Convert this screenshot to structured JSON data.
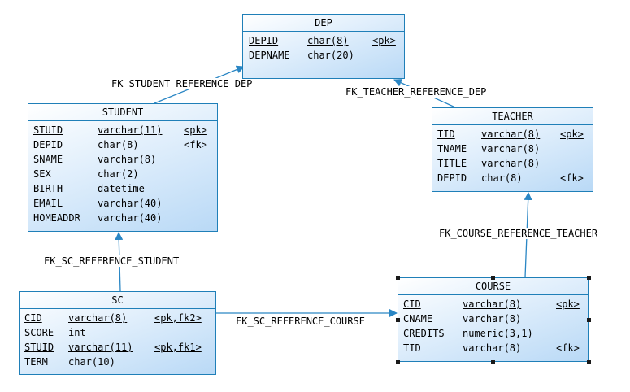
{
  "entities": {
    "dep": {
      "title": "DEP",
      "rows": [
        {
          "name": "DEPID",
          "type": "char(8)",
          "key": "<pk>",
          "underline": true
        },
        {
          "name": "DEPNAME",
          "type": "char(20)",
          "key": "",
          "underline": false
        }
      ]
    },
    "student": {
      "title": "STUDENT",
      "rows": [
        {
          "name": "STUID",
          "type": "varchar(11)",
          "key": "<pk>",
          "underline": true
        },
        {
          "name": "DEPID",
          "type": "char(8)",
          "key": "<fk>",
          "underline": false
        },
        {
          "name": "SNAME",
          "type": "varchar(8)",
          "key": "",
          "underline": false
        },
        {
          "name": "SEX",
          "type": "char(2)",
          "key": "",
          "underline": false
        },
        {
          "name": "BIRTH",
          "type": "datetime",
          "key": "",
          "underline": false
        },
        {
          "name": "EMAIL",
          "type": "varchar(40)",
          "key": "",
          "underline": false
        },
        {
          "name": "HOMEADDR",
          "type": "varchar(40)",
          "key": "",
          "underline": false
        }
      ]
    },
    "teacher": {
      "title": "TEACHER",
      "rows": [
        {
          "name": "TID",
          "type": "varchar(8)",
          "key": "<pk>",
          "underline": true
        },
        {
          "name": "TNAME",
          "type": "varchar(8)",
          "key": "",
          "underline": false
        },
        {
          "name": "TITLE",
          "type": "varchar(8)",
          "key": "",
          "underline": false
        },
        {
          "name": "DEPID",
          "type": "char(8)",
          "key": "<fk>",
          "underline": false
        }
      ]
    },
    "sc": {
      "title": "SC",
      "rows": [
        {
          "name": "CID",
          "type": "varchar(8)",
          "key": "<pk,fk2>",
          "underline": true
        },
        {
          "name": "SCORE",
          "type": "int",
          "key": "",
          "underline": false
        },
        {
          "name": "STUID",
          "type": "varchar(11)",
          "key": "<pk,fk1>",
          "underline": true
        },
        {
          "name": "TERM",
          "type": "char(10)",
          "key": "",
          "underline": false
        }
      ]
    },
    "course": {
      "title": "COURSE",
      "rows": [
        {
          "name": "CID",
          "type": "varchar(8)",
          "key": "<pk>",
          "underline": true
        },
        {
          "name": "CNAME",
          "type": "varchar(8)",
          "key": "",
          "underline": false
        },
        {
          "name": "CREDITS",
          "type": "numeric(3,1)",
          "key": "",
          "underline": false
        },
        {
          "name": "TID",
          "type": "varchar(8)",
          "key": "<fk>",
          "underline": false
        }
      ]
    }
  },
  "relationships": {
    "student_dep": "FK_STUDENT_REFERENCE_DEP",
    "teacher_dep": "FK_TEACHER_REFERENCE_DEP",
    "course_teacher": "FK_COURSE_REFERENCE_TEACHER",
    "sc_student": "FK_SC_REFERENCE_STUDENT",
    "sc_course": "FK_SC_REFERENCE_COURSE"
  },
  "colors": {
    "border": "#1f7fb8",
    "line": "#2a86c4",
    "fill_light": "#e3f0fc",
    "fill_dark": "#b9d9f6"
  }
}
